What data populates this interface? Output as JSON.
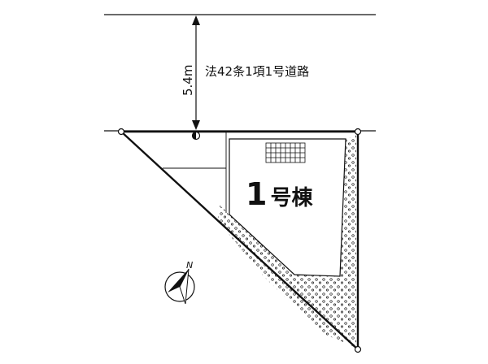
{
  "road": {
    "label": "法42条1項1号道路",
    "width_label": "5.4m"
  },
  "building": {
    "number": "1",
    "suffix": "号棟"
  },
  "compass": {
    "north_label": "N"
  },
  "colors": {
    "line": "#111111",
    "background": "#ffffff"
  }
}
